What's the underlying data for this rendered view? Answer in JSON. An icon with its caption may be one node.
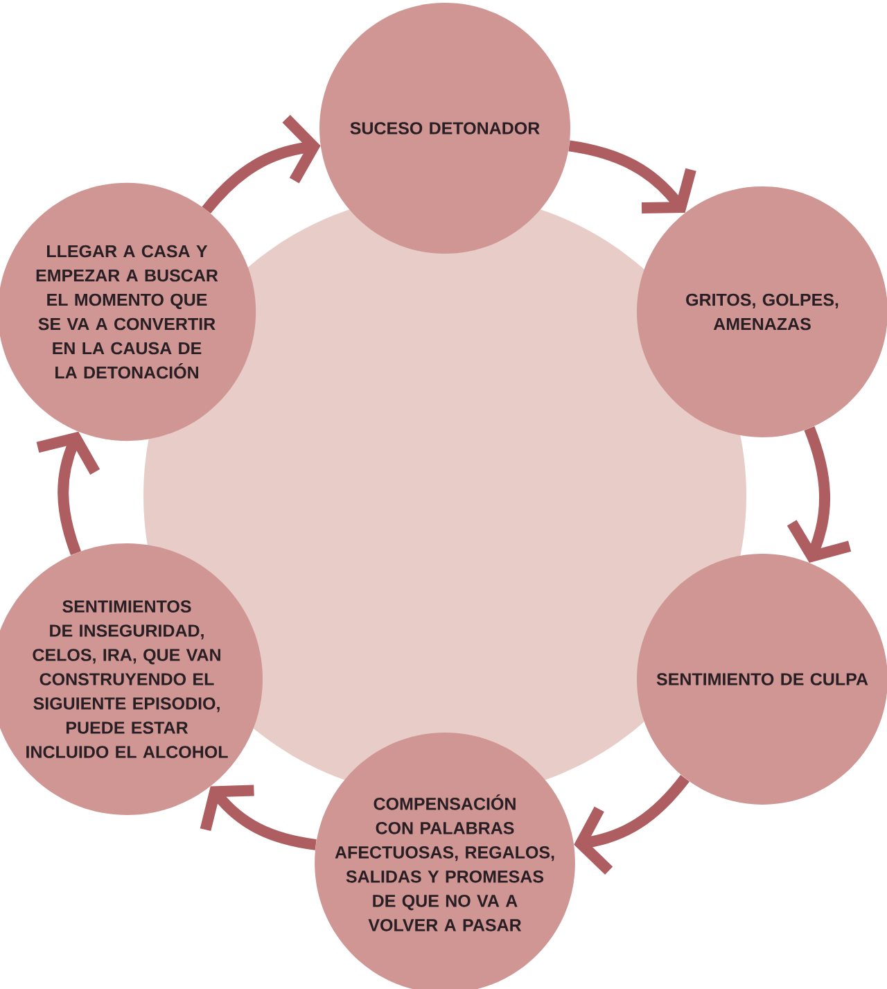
{
  "diagram": {
    "nodes": [
      {
        "text": [
          "SUCESO DETONADOR"
        ]
      },
      {
        "text": [
          "GRITOS, GOLPES, AMENAZAS"
        ]
      },
      {
        "text": [
          "SENTIMIENTO DE CULPA"
        ]
      },
      {
        "text": [
          "COMPENSACIÓN CON PALABRAS AFECTUOSAS, REGALOS, SALIDAS Y PROMESAS DE QUE NO VA A VOLVER A PASAR"
        ]
      },
      {
        "text": [
          "SENTIMIENTOS DE INSEGURIDAD, CELOS, IRA, QUE VAN CONSTRUYENDO EL SIGUIENTE EPISODIO, PUEDE ESTAR INCLUIDO EL ALCOHOL"
        ]
      },
      {
        "text": [
          "LLEGAR A CASA Y EMPEZAR A BUSCAR EL MOMENTO QUE SE VA A CONVERTIR EN LA CAUSA DE LA DETONACIÓN"
        ]
      }
    ],
    "edges": [
      {
        "from": 0,
        "to": 1,
        "arrow": "to"
      },
      {
        "from": 1,
        "to": 2,
        "arrow": "to"
      },
      {
        "from": 2,
        "to": 3,
        "arrow": "to"
      },
      {
        "from": 3,
        "to": 4,
        "arrow": "to"
      },
      {
        "from": 4,
        "to": 5,
        "arrow": "to"
      },
      {
        "from": 5,
        "to": 0,
        "arrow": "to"
      }
    ]
  }
}
